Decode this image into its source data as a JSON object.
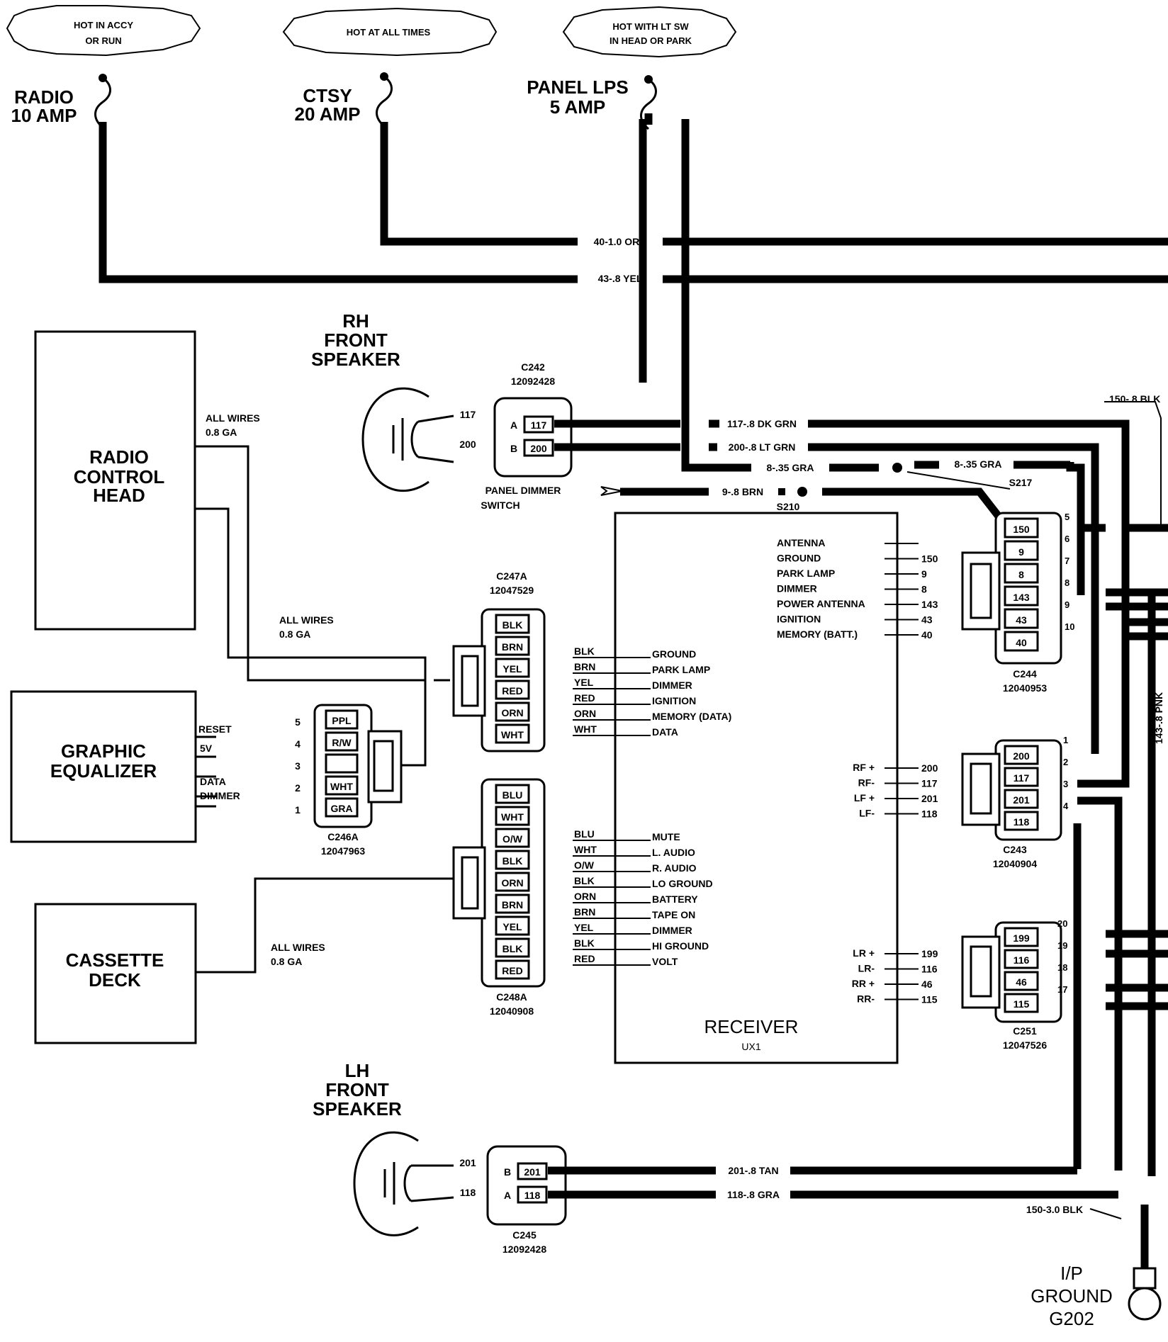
{
  "fuses": {
    "radio": {
      "line1": "RADIO",
      "line2": "10 AMP",
      "banner": [
        "HOT IN ACCY",
        "OR RUN"
      ]
    },
    "ctsy": {
      "line1": "CTSY",
      "line2": "20 AMP",
      "banner": [
        "HOT AT ALL TIMES"
      ]
    },
    "panel": {
      "line1": "PANEL LPS",
      "line2": "5 AMP",
      "banner": [
        "HOT WITH LT SW",
        "IN HEAD OR PARK"
      ]
    }
  },
  "wires": {
    "w40": "40-1.0 ORN",
    "w43": "43-.8 YEL",
    "w117": "117-.8 DK GRN",
    "w200": "200-.8 LT GRN",
    "w8a": "8-.35 GRA",
    "w8b": "8-.35 GRA",
    "w9": "9-.8 BRN",
    "w201": "201-.8 TAN",
    "w118": "118-.8 GRA",
    "w150blk": "150-.8 BLK",
    "w150gnd": "150-3.0 BLK",
    "w143": "143-.8 PNK"
  },
  "splices": {
    "s217": "S217",
    "s210": "S210"
  },
  "components": {
    "radio_head": [
      "RADIO",
      "CONTROL",
      "HEAD"
    ],
    "equalizer": [
      "GRAPHIC",
      "EQUALIZER"
    ],
    "cassette": [
      "CASSETTE",
      "DECK"
    ],
    "rh_speaker": [
      "RH",
      "FRONT",
      "SPEAKER"
    ],
    "lh_speaker": [
      "LH",
      "FRONT",
      "SPEAKER"
    ],
    "receiver": {
      "name": "RECEIVER",
      "code": "UX1"
    },
    "panel_dimmer": [
      "PANEL DIMMER",
      "SWITCH"
    ],
    "ground": [
      "I/P",
      "GROUND",
      "G202"
    ]
  },
  "all_wires": {
    "line1": "ALL WIRES",
    "line2": "0.8 GA"
  },
  "equalizer_pins": [
    "RESET",
    "5V",
    "DATA",
    "DIMMER"
  ],
  "connectors": {
    "c242": {
      "name": "C242",
      "part": "12092428",
      "pins": [
        {
          "letter": "A",
          "cav": "117",
          "lead": "117"
        },
        {
          "letter": "B",
          "cav": "200",
          "lead": "200"
        }
      ]
    },
    "c245": {
      "name": "C245",
      "part": "12092428",
      "pins": [
        {
          "letter": "B",
          "cav": "201",
          "lead": "201"
        },
        {
          "letter": "A",
          "cav": "118",
          "lead": "118"
        }
      ]
    },
    "c247a": {
      "name": "C247A",
      "part": "12047529",
      "pins": [
        "BLK",
        "BRN",
        "YEL",
        "RED",
        "ORN",
        "WHT"
      ]
    },
    "c246a": {
      "name": "C246A",
      "part": "12047963",
      "pins": [
        "PPL",
        "R/W",
        "",
        "WHT",
        "GRA"
      ],
      "numbers": [
        "5",
        "4",
        "3",
        "2",
        "1"
      ]
    },
    "c248a": {
      "name": "C248A",
      "part": "12040908",
      "pins": [
        "BLU",
        "WHT",
        "O/W",
        "BLK",
        "ORN",
        "BRN",
        "YEL",
        "BLK",
        "RED"
      ]
    },
    "c244": {
      "name": "C244",
      "part": "12040953",
      "pins": [
        "150",
        "9",
        "8",
        "143",
        "43",
        "40"
      ],
      "numbers": [
        "5",
        "6",
        "7",
        "8",
        "9",
        "10"
      ]
    },
    "c243": {
      "name": "C243",
      "part": "12040904",
      "pins": [
        "200",
        "117",
        "201",
        "118"
      ],
      "numbers": [
        "1",
        "2",
        "3",
        "4"
      ]
    },
    "c251": {
      "name": "C251",
      "part": "12047526",
      "pins": [
        "199",
        "116",
        "46",
        "115"
      ],
      "numbers": [
        "20",
        "19",
        "18",
        "17"
      ]
    }
  },
  "receiver_left_a": [
    {
      "color": "BLK",
      "func": "GROUND"
    },
    {
      "color": "BRN",
      "func": "PARK LAMP"
    },
    {
      "color": "YEL",
      "func": "DIMMER"
    },
    {
      "color": "RED",
      "func": "IGNITION"
    },
    {
      "color": "ORN",
      "func": "MEMORY (DATA)"
    },
    {
      "color": "WHT",
      "func": "DATA"
    }
  ],
  "receiver_left_b": [
    {
      "color": "BLU",
      "func": "MUTE"
    },
    {
      "color": "WHT",
      "func": "L. AUDIO"
    },
    {
      "color": "O/W",
      "func": "R. AUDIO"
    },
    {
      "color": "BLK",
      "func": "LO GROUND"
    },
    {
      "color": "ORN",
      "func": "BATTERY"
    },
    {
      "color": "BRN",
      "func": "TAPE ON"
    },
    {
      "color": "YEL",
      "func": "DIMMER"
    },
    {
      "color": "BLK",
      "func": "HI GROUND"
    },
    {
      "color": "RED",
      "func": "VOLT"
    }
  ],
  "receiver_right_top": [
    {
      "func": "ANTENNA",
      "num": ""
    },
    {
      "func": "GROUND",
      "num": "150"
    },
    {
      "func": "PARK LAMP",
      "num": "9"
    },
    {
      "func": "DIMMER",
      "num": "8"
    },
    {
      "func": "POWER ANTENNA",
      "num": "143"
    },
    {
      "func": "IGNITION",
      "num": "43"
    },
    {
      "func": "MEMORY (BATT.)",
      "num": "40"
    }
  ],
  "receiver_right_mid": [
    {
      "func": "RF +",
      "num": "200"
    },
    {
      "func": "RF-",
      "num": "117"
    },
    {
      "func": "LF +",
      "num": "201"
    },
    {
      "func": "LF-",
      "num": "118"
    }
  ],
  "receiver_right_bot": [
    {
      "func": "LR +",
      "num": "199"
    },
    {
      "func": "LR-",
      "num": "116"
    },
    {
      "func": "RR +",
      "num": "46"
    },
    {
      "func": "RR-",
      "num": "115"
    }
  ]
}
